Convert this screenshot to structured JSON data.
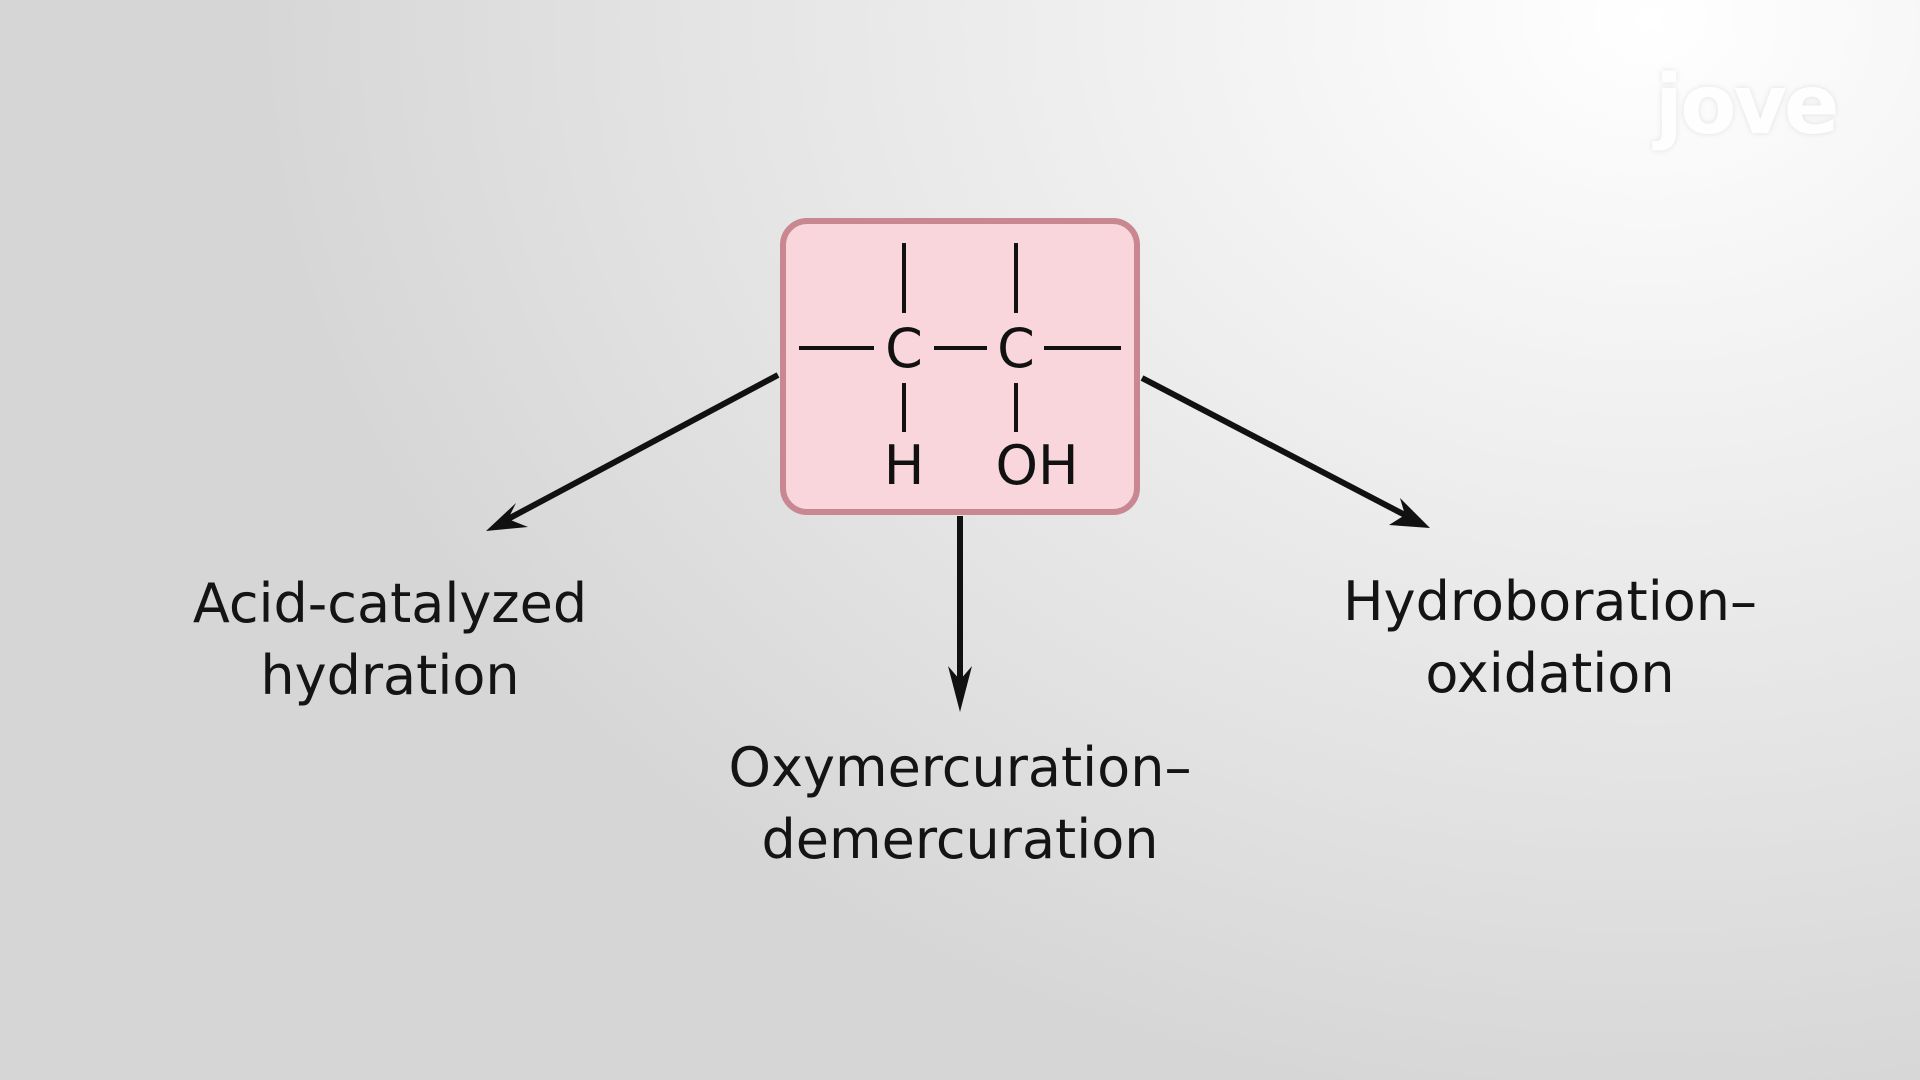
{
  "logo": {
    "text": "jove"
  },
  "molecule": {
    "carbon_left": "C",
    "carbon_right": "C",
    "sub_left": "H",
    "sub_right": "OH"
  },
  "methods": {
    "acid": {
      "line1": "Acid-catalyzed",
      "line2": "hydration"
    },
    "oxy": {
      "line1": "Oxymercuration–",
      "line2": "demercuration"
    },
    "hydro": {
      "line1": "Hydroboration–",
      "line2": "oxidation"
    }
  },
  "colors": {
    "box_fill": "#f8d6dc",
    "box_border": "#c98792",
    "ink": "#111111"
  }
}
